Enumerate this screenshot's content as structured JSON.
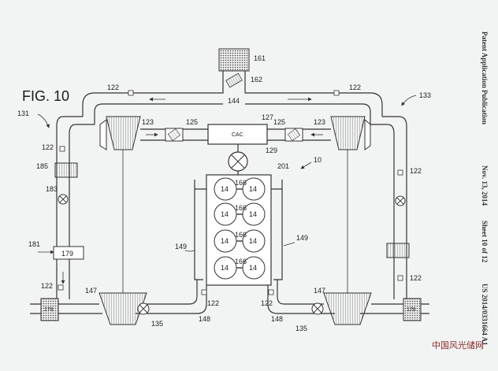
{
  "figure_label": "FIG. 10",
  "sidebar": {
    "publication": "Patent Application Publication",
    "date": "Nov. 13, 2014",
    "sheet": "Sheet 10 of 12",
    "number": "US 2014/0331664 A1"
  },
  "labels": {
    "n161": "161",
    "n162": "162",
    "n144": "144",
    "n122": "122",
    "n133": "133",
    "n131": "131",
    "n123": "123",
    "n125": "125",
    "n127": "127",
    "cac": "CAC",
    "n129": "129",
    "n201": "201",
    "n10": "10",
    "n185": "185",
    "n183": "183",
    "n181": "181",
    "n179": "179",
    "n147": "147",
    "n135": "135",
    "n148": "148",
    "n149": "149",
    "n178": "178",
    "n166": "166",
    "n14": "14"
  },
  "watermark": "中国风光储网"
}
